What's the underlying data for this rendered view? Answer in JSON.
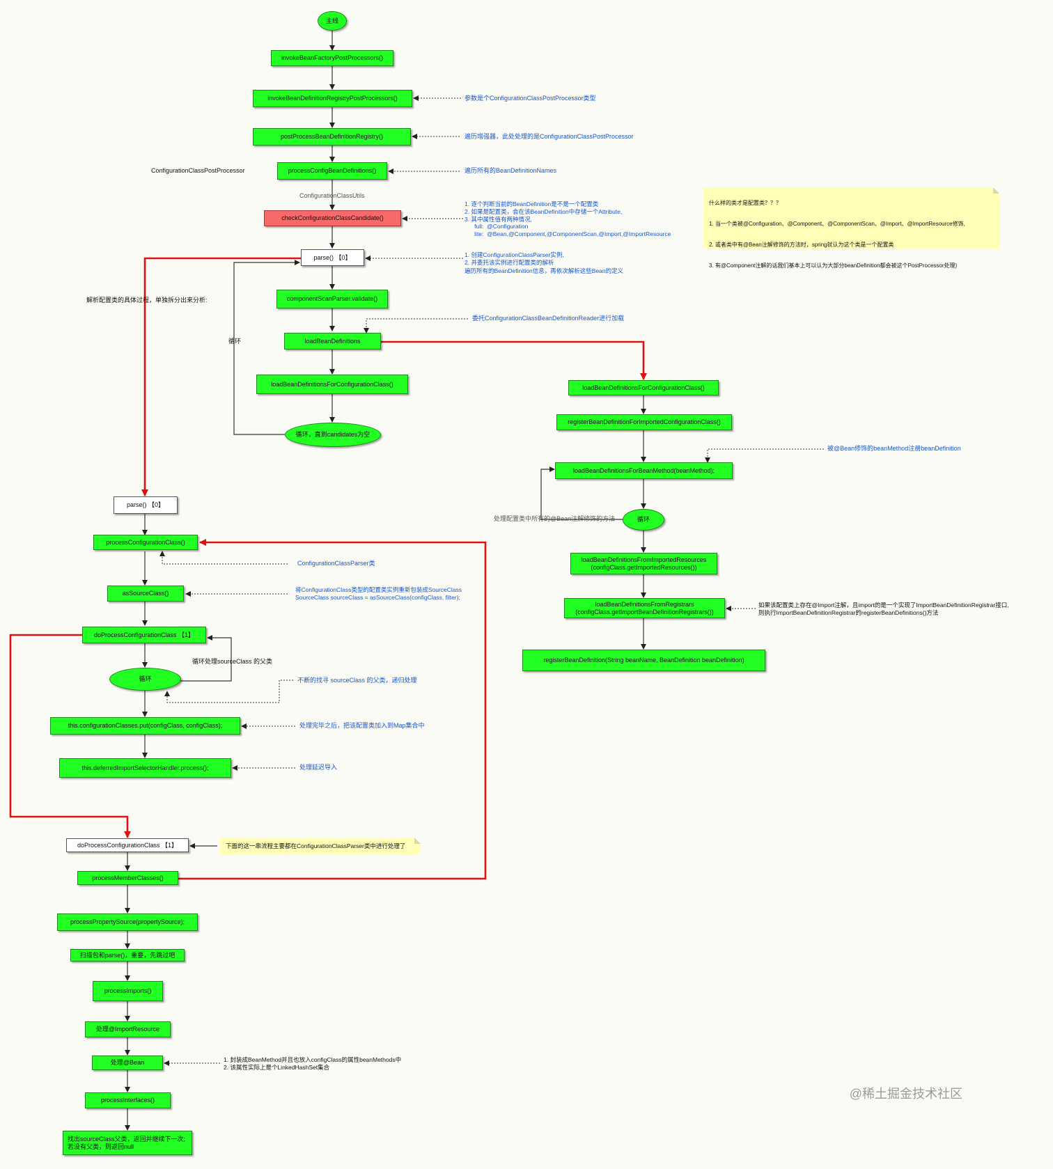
{
  "nodes": {
    "main": "主线",
    "invokeBFPP": "invokeBeanFactoryPostProcessors()",
    "invokeBDRPP": "invokeBeanDefinitionRegistryPostProcessors()",
    "postProcessBDR": "postProcessBeanDefinitionRegistry()",
    "processConfigBD": "processConfigBeanDefinitions()",
    "checkCandidate": "checkConfigurationClassCandidate()",
    "parseTop": "parse()  【0】",
    "validate": "componentScanParser.validate()",
    "loadBD": "loadBeanDefinitions",
    "loadBDForConfig": "loadBeanDefinitionsForConfigurationClass()",
    "loopCandidates": "循环，直到candidates为空",
    "rLoadBDForConfig": "loadBeanDefinitionsForConfigurationClass()",
    "rRegisterImported": "registerBeanDefinitionForImportedConfigurationClass()",
    "rLoadBeanMethod": "loadBeanDefinitionsForBeanMethod(beanMethod);",
    "rLoop": "循环",
    "rImportedRes": "loadBeanDefinitionsFromImportedResources\n(configClass.getImportedResources())",
    "rRegistrars": "loadBeanDefinitionsFromRegistrars\n(configClass.getImportBeanDefinitionRegistrars())",
    "rRegisterBD": "registerBeanDefinition(String beanName, BeanDefinition beanDefinition)",
    "parseLeft": "parse()  【0】",
    "processConfigClass": "processConfigurationClass()",
    "asSourceClass": "asSourceClass()",
    "doProcess1": "doProcessConfigurationClass  【1】",
    "loop2": "循环",
    "configClassesPut": "this.configurationClasses.put(configClass, configClass);",
    "deferredImport": "this.deferredImportSelectorHandler.process();",
    "doProcess2": "doProcessConfigurationClass  【1】",
    "memberClasses": "processMemberClasses()",
    "propertySource": "processPropertySource(propertySource);",
    "scanParse": "扫描包和parse()，重要，先跳过吧",
    "processImports": "processImports()",
    "importResource": "处理@ImportResource",
    "handleBean": "处理@Bean",
    "processInterfaces": "processInterfaces()",
    "findSuper": "找出sourceClass父类，返回并继续下一次;\n若没有父类，则返回null"
  },
  "labels": {
    "ccpp": "ConfigurationClassPostProcessor",
    "ccUtils": "ConfigurationClassUtils",
    "parseDetail": "解析配置类的具体过程，单独拆分出来分析:",
    "loopLeft": "循环",
    "loopSourceClass": "循环处理sourceClass 的父类",
    "beanMethodsLabel": "处理配置类中所有的@Bean注解修饰的方法"
  },
  "annotations": {
    "a1": "参数是个ConfigurationClassPostProcessor类型",
    "a2": "遍历增强器，此处处理的是ConfigurationClassPostProcessor",
    "a3": "遍历所有的BeanDefinitionNames",
    "a4": "1. 逐个判断当前的BeanDefinition是不是一个配置类\n2. 如果是配置类，会在该BeanDefinition中存储一个Attribute,\n3. 其中属性值有两种情况,\n      full:  @Configuration\n      lite:  @Bean,@Component,@ComponentScan,@Import,@ImportResource",
    "a5": "1. 创建ConfigurationClassParser实例,\n2. 并委托该实例进行配置类的解析\n遍历所有的BeanDefinition信息，再依次解析这些Bean的定义",
    "a6": "委托ConfigurationClassBeanDefinitionReader进行加载",
    "a7": "被@Bean修饰的beanMethod注册beanDefinition",
    "a8": "如果该配置类上存在@Import注解，且import的是一个实现了ImportBeanDefinitionRegistrar接口,\n则执行ImportBeanDefinitionRegistrar的registerBeanDefinitions()方法",
    "a9": "ConfigurationClassParser类",
    "a10": "将ConfigurationClass类型的配置类实例重新包装成SourceClass\nSourceClass sourceClass = asSourceClass(configClass, filter);",
    "a11": "不断的找寻 sourceClass 的父类，递归处理",
    "a12": "处理完毕之后，把该配置类加入到Map集合中",
    "a13": "处理延迟导入",
    "a14": "1. 封装成BeanMethod并且也放入configClass的属性beanMethods中\n2. 该属性实际上是个LinkedHashSet集合"
  },
  "notes": {
    "configNote": [
      "什么样的类才是配置类？？？",
      "1. 当一个类被@Configuration、@Component、@ComponentScan、@Import、@ImportResource修饰,",
      "2. 或者类中有@Bean注解修饰的方法时，spring就认为这个类是一个配置类",
      "3. 有@Component注解的话我们基本上可以认为大部分beanDefinition都会被这个PostProcessor处理)"
    ],
    "flowNote": "下面的这一串流程主要都在ConfigurationClassParser类中进行处理了"
  },
  "watermark": "@稀土掘金技术社区",
  "colors": {
    "nodeFill": "#22ff22",
    "nodeBorder": "#1b8a1b",
    "highlight": "#f86a6a",
    "redFlow": "#dd1111",
    "annotationText": "#1a55c8",
    "noteFill": "#ffffb8"
  }
}
